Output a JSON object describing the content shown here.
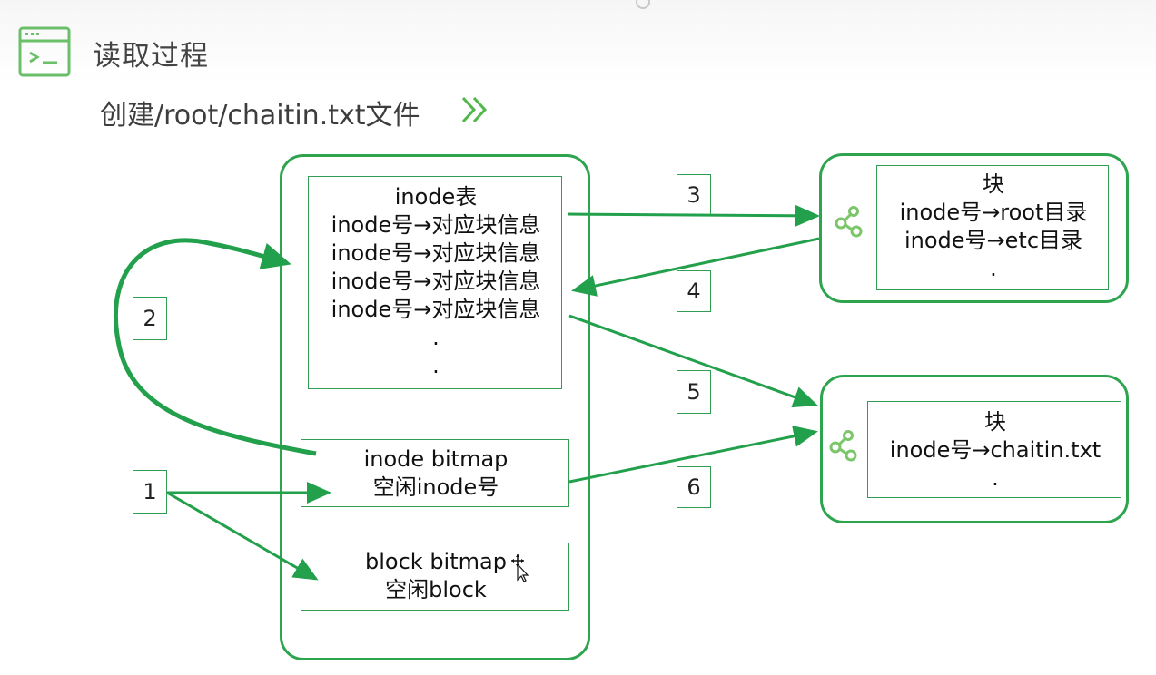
{
  "header": {
    "title": "读取过程",
    "subtitle": "创建/root/chaitin.txt文件"
  },
  "inode_table": {
    "title": "inode表",
    "rows": [
      "inode号→对应块信息",
      "inode号→对应块信息",
      "inode号→对应块信息",
      "inode号→对应块信息"
    ],
    "dots": [
      ".",
      "."
    ]
  },
  "inode_bitmap": {
    "line1": "inode bitmap",
    "line2": "空闲inode号"
  },
  "block_bitmap": {
    "line1": "block bitmap",
    "line2": "空闲block"
  },
  "block_top": {
    "title": "块",
    "lines": [
      "inode号→root目录",
      "inode号→etc目录"
    ],
    "dot": "."
  },
  "block_bottom": {
    "title": "块",
    "line": "inode号→chaitin.txt",
    "dot": "."
  },
  "steps": {
    "s1": "1",
    "s2": "2",
    "s3": "3",
    "s4": "4",
    "s5": "5",
    "s6": "6"
  },
  "icons": {
    "header": "terminal-icon",
    "subtitle": "double-chevron-right-icon",
    "block": "share-nodes-icon",
    "cursor": "move-cursor-icon"
  },
  "colors": {
    "accent": "#2ea44f",
    "arrow": "#22a04b"
  }
}
